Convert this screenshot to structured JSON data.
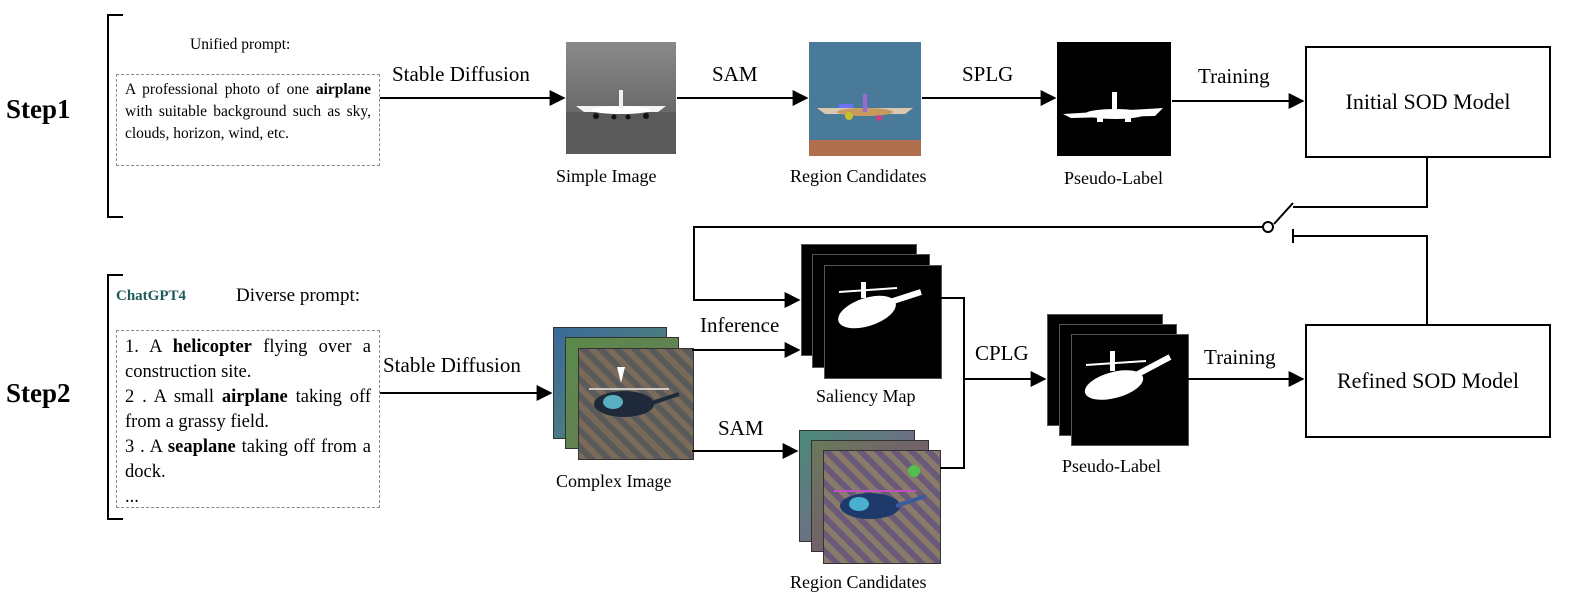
{
  "step1": {
    "label": "Step1",
    "unified_prompt_title": "Unified prompt:",
    "prompt_parts": [
      "A professional photo of one ",
      "airplane",
      " with suitable background such as sky, clouds, horizon, wind, etc."
    ],
    "arrow_stable_diffusion": "Stable Diffusion",
    "simple_image_caption": "Simple  Image",
    "arrow_sam": "SAM",
    "region_candidates_caption": "Region Candidates",
    "arrow_splg": "SPLG",
    "pseudo_label_caption": "Pseudo-Label",
    "arrow_training": "Training",
    "model_box": "Initial SOD Model"
  },
  "step2": {
    "label": "Step2",
    "chatgpt": "ChatGPT4",
    "diverse_prompt_title": "Diverse prompt:",
    "prompts": [
      {
        "num": "1. A ",
        "bold": "helicopter",
        "rest": " flying over a construction site."
      },
      {
        "num": "2 .  A small ",
        "bold": "airplane",
        "rest": " taking off from a grassy field."
      },
      {
        "num": "3 . A ",
        "bold": "seaplane",
        "rest": " taking off from a dock."
      }
    ],
    "ellipsis": "...",
    "arrow_stable_diffusion": "Stable Diffusion",
    "complex_image_caption": "Complex Image",
    "arrow_inference": "Inference",
    "saliency_map_caption": "Saliency Map",
    "arrow_sam": "SAM",
    "region_candidates_caption": "Region Candidates",
    "arrow_cplg": "CPLG",
    "pseudo_label_caption": "Pseudo-Label",
    "arrow_training": "Training",
    "model_box": "Refined SOD Model"
  },
  "colors": {
    "chatgpt_text": "#1f5a5a",
    "sky_blue": "#4a7a9a",
    "sand": "#b07050",
    "gray_sky": "#7a7a7a"
  }
}
